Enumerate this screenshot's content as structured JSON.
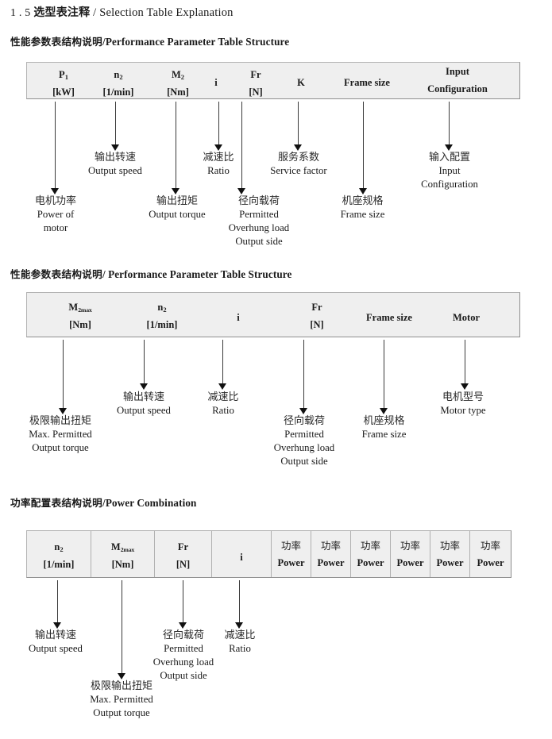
{
  "doc": {
    "section_number": "1 . 5",
    "title_cn": "选型表注释",
    "separator": "/",
    "title_en": "Selection Table Explanation"
  },
  "sections": [
    {
      "heading_cn": "性能参数表结构说明",
      "heading_sep": "/",
      "heading_en": "Performance Parameter Table Structure",
      "table": {
        "columns": [
          {
            "symbol": "P",
            "sub": "1",
            "unit": "[kW]"
          },
          {
            "symbol": "n",
            "sub": "2",
            "unit": "[1/min]"
          },
          {
            "symbol": "M",
            "sub": "2",
            "unit": "[Nm]"
          },
          {
            "symbol": "i",
            "sub": "",
            "unit": ""
          },
          {
            "symbol": "Fr",
            "sub": "",
            "unit": "[N]"
          },
          {
            "symbol": "K",
            "sub": "",
            "unit": ""
          },
          {
            "symbol": "Frame size",
            "sub": "",
            "unit": ""
          },
          {
            "symbol": "Input",
            "sub": "",
            "unit": "Configuration"
          }
        ]
      },
      "annotations": [
        {
          "cn": "电机功率",
          "en": [
            "Power of",
            "motor"
          ]
        },
        {
          "cn": "输出转速",
          "en": [
            "Output speed"
          ]
        },
        {
          "cn": "输出扭矩",
          "en": [
            "Output torque"
          ]
        },
        {
          "cn": "减速比",
          "en": [
            "Ratio"
          ]
        },
        {
          "cn": "径向载荷",
          "en": [
            "Permitted",
            "Overhung load",
            "Output side"
          ]
        },
        {
          "cn": "服务系数",
          "en": [
            "Service factor"
          ]
        },
        {
          "cn": "机座规格",
          "en": [
            "Frame size"
          ]
        },
        {
          "cn": "输入配置",
          "en": [
            "Input",
            "Configuration"
          ]
        }
      ]
    },
    {
      "heading_cn": "性能参数表结构说明",
      "heading_sep": "/",
      "heading_en": "Performance Parameter Table Structure",
      "table": {
        "columns": [
          {
            "symbol": "M",
            "sub": "2max",
            "unit": "[Nm]"
          },
          {
            "symbol": "n",
            "sub": "2",
            "unit": "[1/min]"
          },
          {
            "symbol": "i",
            "sub": "",
            "unit": ""
          },
          {
            "symbol": "Fr",
            "sub": "",
            "unit": "[N]"
          },
          {
            "symbol": "Frame size",
            "sub": "",
            "unit": ""
          },
          {
            "symbol": "Motor",
            "sub": "",
            "unit": ""
          }
        ]
      },
      "annotations": [
        {
          "cn": "极限输出扭矩",
          "en": [
            "Max. Permitted",
            "Output  torque"
          ]
        },
        {
          "cn": "输出转速",
          "en": [
            "Output speed"
          ]
        },
        {
          "cn": "减速比",
          "en": [
            "Ratio"
          ]
        },
        {
          "cn": "径向载荷",
          "en": [
            "Permitted",
            "Overhung load",
            "Output side"
          ]
        },
        {
          "cn": "机座规格",
          "en": [
            "Frame size"
          ]
        },
        {
          "cn": "电机型号",
          "en": [
            "Motor type"
          ]
        }
      ]
    },
    {
      "heading_cn": "功率配置表结构说明",
      "heading_sep": "/",
      "heading_en": "Power Combination",
      "table": {
        "columns": [
          {
            "symbol": "n",
            "sub": "2",
            "unit": "[1/min]"
          },
          {
            "symbol": "M",
            "sub": "2max",
            "unit": "[Nm]"
          },
          {
            "symbol": "Fr",
            "sub": "",
            "unit": "[N]"
          },
          {
            "symbol": "i",
            "sub": "",
            "unit": ""
          },
          {
            "symbol": "功率",
            "sub": "",
            "unit": "Power"
          },
          {
            "symbol": "功率",
            "sub": "",
            "unit": "Power"
          },
          {
            "symbol": "功率",
            "sub": "",
            "unit": "Power"
          },
          {
            "symbol": "功率",
            "sub": "",
            "unit": "Power"
          },
          {
            "symbol": "功率",
            "sub": "",
            "unit": "Power"
          },
          {
            "symbol": "功率",
            "sub": "",
            "unit": "Power"
          }
        ]
      },
      "annotations": [
        {
          "cn": "输出转速",
          "en": [
            "Output speed"
          ]
        },
        {
          "cn": "极限输出扭矩",
          "en": [
            "Max. Permitted",
            "Output  torque"
          ]
        },
        {
          "cn": "径向载荷",
          "en": [
            "Permitted",
            "Overhung load",
            "Output side"
          ]
        },
        {
          "cn": "减速比",
          "en": [
            "Ratio"
          ]
        }
      ]
    }
  ],
  "colors": {
    "table_fill": "#efefef",
    "table_border": "#b4b4b4",
    "arrow": "#111111",
    "text": "#1a1a1a"
  }
}
